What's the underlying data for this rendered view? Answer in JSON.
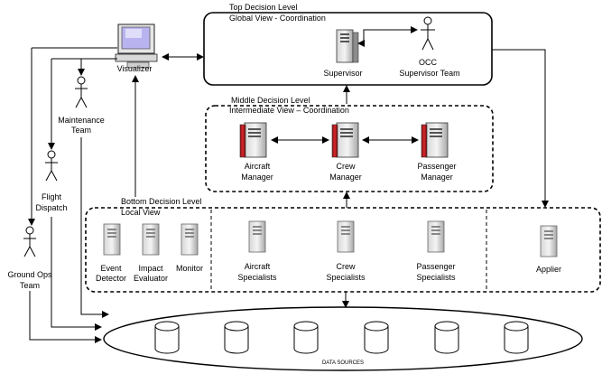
{
  "top_level": {
    "title": "Top Decision Level",
    "subtitle": "Global View - Coordination",
    "supervisor_label": "Supervisor",
    "occ_label_1": "OCC",
    "occ_label_2": "Supervisor Team"
  },
  "middle_level": {
    "title": "Middle Decision Level",
    "subtitle": "Intermediate View – Coordination",
    "managers": [
      {
        "line1": "Aircraft",
        "line2": "Manager"
      },
      {
        "line1": "Crew",
        "line2": "Manager"
      },
      {
        "line1": "Passenger",
        "line2": "Manager"
      }
    ]
  },
  "bottom_level": {
    "title": "Bottom Decision Level",
    "subtitle": "Local View",
    "agents": [
      {
        "line1": "Event",
        "line2": "Detector"
      },
      {
        "line1": "Impact",
        "line2": "Evaluator"
      },
      {
        "line1": "Monitor",
        "line2": ""
      }
    ],
    "specialists": [
      {
        "line1": "Aircraft",
        "line2": "Specialists"
      },
      {
        "line1": "Crew",
        "line2": "Specialists"
      },
      {
        "line1": "Passenger",
        "line2": "Specialists"
      }
    ],
    "applier_label": "Applier"
  },
  "visualizer_label": "Visualizer",
  "actors": [
    {
      "line1": "Maintenance",
      "line2": "Team"
    },
    {
      "line1": "Flight",
      "line2": "Dispatch"
    },
    {
      "line1": "Ground Ops",
      "line2": "Team"
    }
  ],
  "data_sources_label": "DATA SOURCES"
}
